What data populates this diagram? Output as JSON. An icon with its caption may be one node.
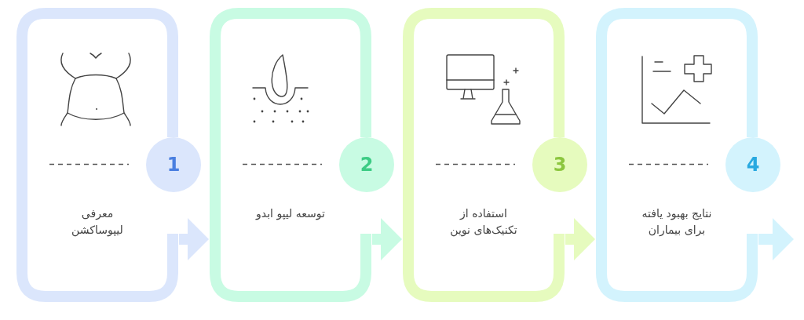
{
  "diagram": {
    "nodes": [
      {
        "text": [
          "معرفی لیپوساکشن"
        ]
      },
      {
        "text": [
          "توسعه لیپو ابدو"
        ]
      },
      {
        "text": [
          "استفاده از تکنیک‌های نوین"
        ]
      },
      {
        "text": [
          "نتایج بهبود یافته برای بیماران"
        ]
      },
      {
        "text": [
          "1"
        ]
      },
      {
        "text": [
          "2"
        ]
      },
      {
        "text": [
          "3"
        ]
      },
      {
        "text": [
          "4"
        ]
      }
    ],
    "edges": [
      {
        "from": 0,
        "to": 1,
        "arrow": "to",
        "color": "#dbe6fc"
      },
      {
        "from": 1,
        "to": 2,
        "arrow": "to",
        "color": "#c8fbe3"
      },
      {
        "from": 2,
        "to": 3,
        "arrow": "to",
        "color": "#e6fbbe"
      },
      {
        "from": 3,
        "to": null,
        "arrow": "to",
        "color": "#d3f3fd"
      }
    ]
  }
}
